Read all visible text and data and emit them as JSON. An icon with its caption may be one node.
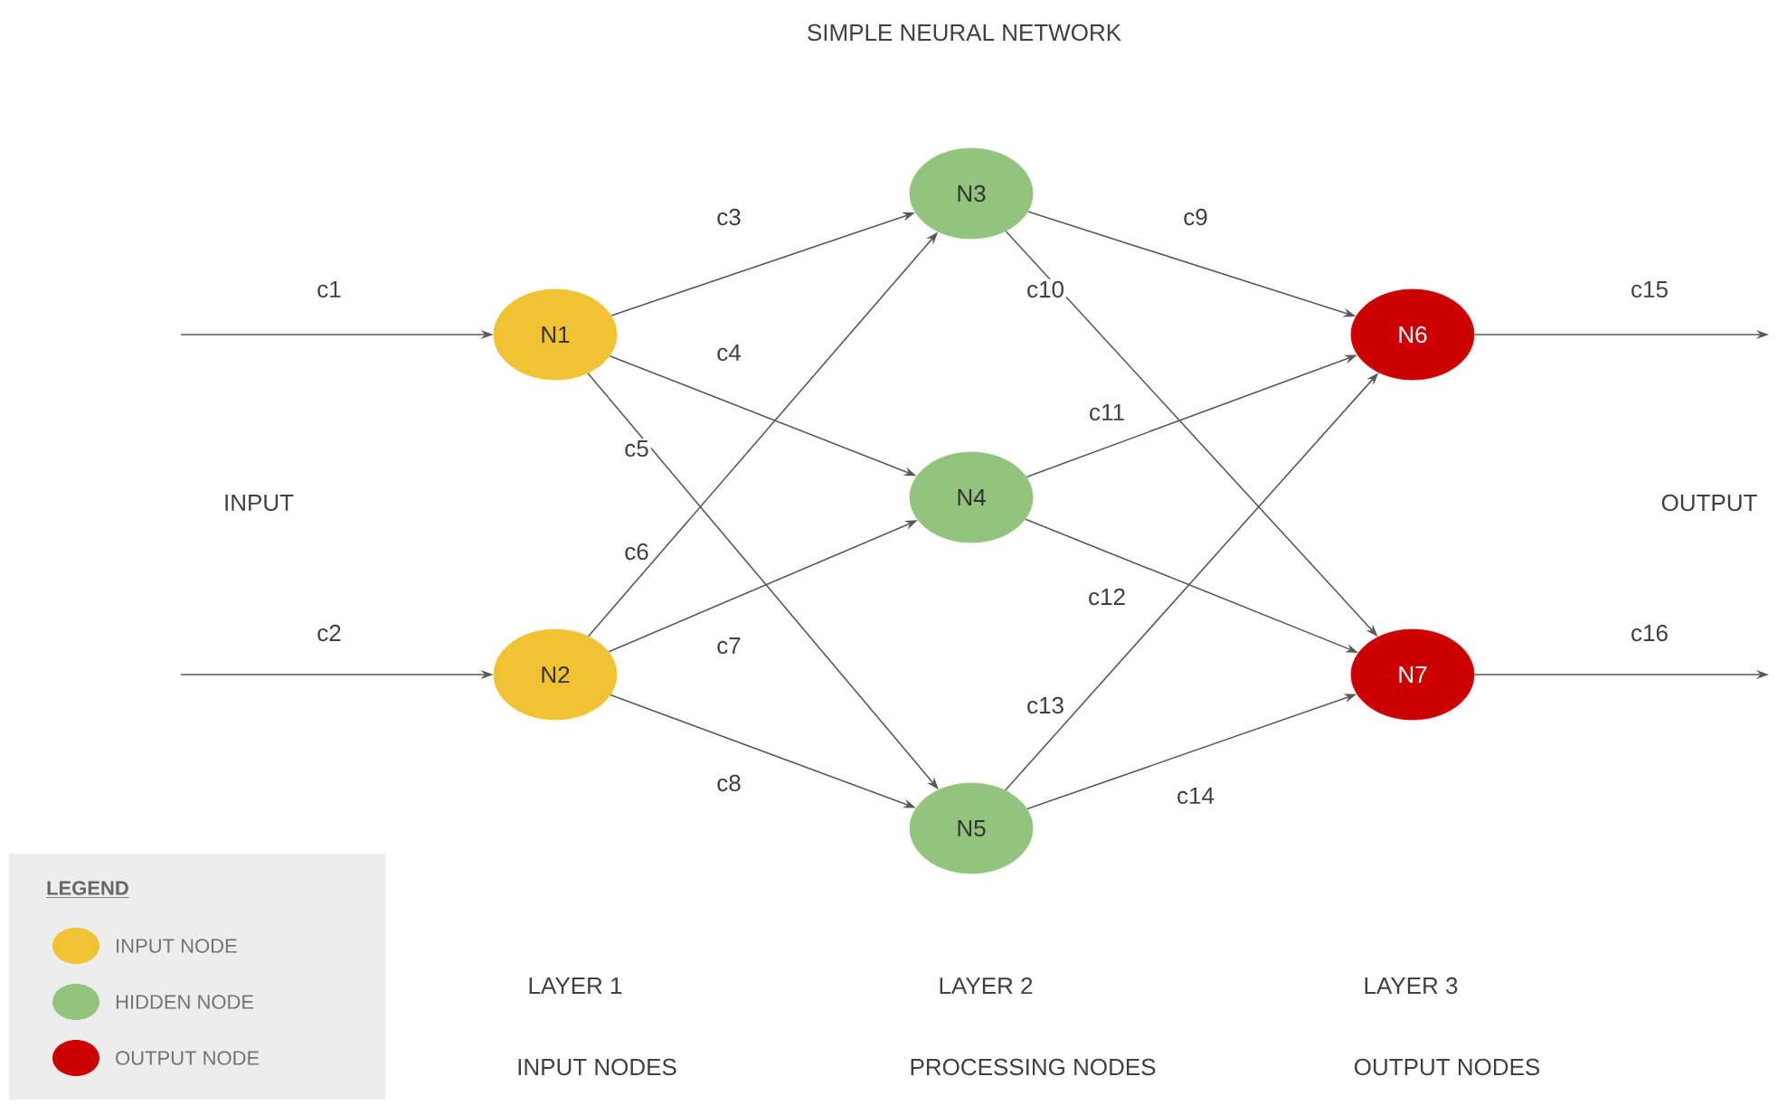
{
  "diagram": {
    "title": "SIMPLE NEURAL NETWORK",
    "nodes": [
      {
        "text": [
          "N1"
        ]
      },
      {
        "text": [
          "N2"
        ]
      },
      {
        "text": [
          "N3"
        ]
      },
      {
        "text": [
          "N4"
        ]
      },
      {
        "text": [
          "N5"
        ]
      },
      {
        "text": [
          "N6"
        ]
      },
      {
        "text": [
          "N7"
        ]
      }
    ],
    "edges": [
      {
        "from": null,
        "to": 0,
        "arrow": "to",
        "label": "c1"
      },
      {
        "from": null,
        "to": 1,
        "arrow": "to",
        "label": "c2"
      },
      {
        "from": 0,
        "to": 2,
        "arrow": "to",
        "label": "c3"
      },
      {
        "from": 0,
        "to": 3,
        "arrow": "to",
        "label": "c4"
      },
      {
        "from": 0,
        "to": 4,
        "arrow": "to",
        "label": "c5"
      },
      {
        "from": 1,
        "to": 2,
        "arrow": "to",
        "label": "c6"
      },
      {
        "from": 1,
        "to": 3,
        "arrow": "to",
        "label": "c7"
      },
      {
        "from": 1,
        "to": 4,
        "arrow": "to",
        "label": "c8"
      },
      {
        "from": 2,
        "to": 5,
        "arrow": "to",
        "label": "c9"
      },
      {
        "from": 2,
        "to": 6,
        "arrow": "to",
        "label": "c10"
      },
      {
        "from": 3,
        "to": 5,
        "arrow": "to",
        "label": "c11"
      },
      {
        "from": 3,
        "to": 6,
        "arrow": "to",
        "label": "c12"
      },
      {
        "from": 4,
        "to": 5,
        "arrow": "to",
        "label": "c13"
      },
      {
        "from": 4,
        "to": 6,
        "arrow": "to",
        "label": "c14"
      },
      {
        "from": 5,
        "to": null,
        "arrow": "to",
        "label": "c15"
      },
      {
        "from": 6,
        "to": null,
        "arrow": "to",
        "label": "c16"
      }
    ],
    "labels": [
      "INPUT",
      "OUTPUT",
      "LEGEND",
      "LAYER 1",
      "LAYER 2",
      "LAYER 3",
      "INPUT NODES",
      "PROCESSING NODES",
      "OUTPUT NODES"
    ],
    "legend": [
      {
        "text": "INPUT NODE",
        "color": "#f1c232"
      },
      {
        "text": "HIDDEN NODE",
        "color": "#93c47d"
      },
      {
        "text": "OUTPUT NODE",
        "color": "#cc0000"
      }
    ]
  }
}
